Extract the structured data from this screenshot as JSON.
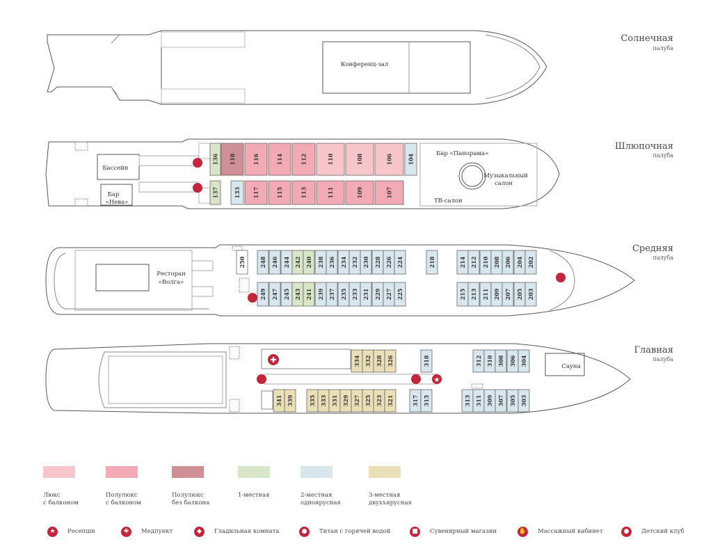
{
  "decks": {
    "sun": {
      "name": "Солнечная",
      "sub": "палуба",
      "conference": "Конференц-зал"
    },
    "boat": {
      "name": "Шлюпочная",
      "sub": "палуба",
      "pool": "Бассейн",
      "bar_neva_1": "Бар",
      "bar_neva_2": "«Нева»",
      "bar_panorama": "Бар «Панорама»",
      "music_1": "Музыкальный",
      "music_2": "салон",
      "tv": "ТВ-салон",
      "cabins_top": [
        {
          "n": "136",
          "cls": "single"
        },
        {
          "n": "118",
          "cls": "semi_nobalc"
        },
        {
          "n": "116",
          "cls": "semi"
        },
        {
          "n": "114",
          "cls": "semi"
        },
        {
          "n": "112",
          "cls": "semi"
        },
        {
          "n": "110",
          "cls": "lux"
        },
        {
          "n": "108",
          "cls": "lux"
        },
        {
          "n": "106",
          "cls": "lux"
        },
        {
          "n": "104",
          "cls": "double"
        }
      ],
      "cabins_bottom": [
        {
          "n": "137",
          "cls": "single"
        },
        {
          "n": "133",
          "cls": "double"
        },
        {
          "n": "117",
          "cls": "semi"
        },
        {
          "n": "115",
          "cls": "semi"
        },
        {
          "n": "113",
          "cls": "semi"
        },
        {
          "n": "111",
          "cls": "semi"
        },
        {
          "n": "109",
          "cls": "semi"
        },
        {
          "n": "107",
          "cls": "semi"
        }
      ]
    },
    "middle": {
      "name": "Средняя",
      "sub": "палуба",
      "rest_1": "Ресторан",
      "rest_2": "«Волга»",
      "cabins_top": [
        "250",
        "248",
        "246",
        "244",
        "242",
        "240",
        "238",
        "236",
        "234",
        "232",
        "230",
        "228",
        "226",
        "224",
        "218",
        "214",
        "212",
        "210",
        "208",
        "206",
        "204",
        "202"
      ],
      "cabins_bottom": [
        "249",
        "247",
        "245",
        "243",
        "241",
        "239",
        "237",
        "235",
        "233",
        "231",
        "229",
        "227",
        "225",
        "215",
        "213",
        "211",
        "209",
        "207",
        "205",
        "203"
      ]
    },
    "main": {
      "name": "Главная",
      "sub": "палуба",
      "sauna": "Сауна",
      "cabins_top": [
        "334",
        "332",
        "328",
        "326",
        "318",
        "312",
        "310",
        "308",
        "306",
        "304"
      ],
      "cabins_bottom": [
        "341",
        "339",
        "335",
        "333",
        "331",
        "329",
        "327",
        "325",
        "323",
        "321",
        "317",
        "315",
        "313",
        "311",
        "309",
        "307",
        "305",
        "303"
      ]
    }
  },
  "legend": {
    "classes": [
      {
        "id": "lux",
        "line1": "Люкс",
        "line2": "с балконом",
        "color": "#f7c6cb"
      },
      {
        "id": "semi",
        "line1": "Полулюкс",
        "line2": "с балконом",
        "color": "#f2aab4"
      },
      {
        "id": "semi_nobalc",
        "line1": "Полулюкс",
        "line2": "без балкона",
        "color": "#cf8f97"
      },
      {
        "id": "single",
        "line1": "1-местная",
        "line2": "",
        "color": "#d9e5c7"
      },
      {
        "id": "double",
        "line1": "2-местная",
        "line2": "одноярусная",
        "color": "#d8e6ee"
      },
      {
        "id": "triple",
        "line1": "3-местная",
        "line2": "двухъярусная",
        "color": "#ebdfb7"
      }
    ],
    "icons": [
      {
        "icon": "star-icon",
        "label": "Ресепшн"
      },
      {
        "icon": "cross-icon",
        "label": "Медпункт"
      },
      {
        "icon": "iron-icon",
        "label": "Гладильная комната"
      },
      {
        "icon": "kettle-icon",
        "label": "Титан с горячей водой"
      },
      {
        "icon": "gift-icon",
        "label": "Сувенирный магазин"
      },
      {
        "icon": "hand-icon",
        "label": "Массажный кабинет"
      },
      {
        "icon": "bear-icon",
        "label": "Детский клуб"
      }
    ],
    "accent": "#c3263b"
  }
}
